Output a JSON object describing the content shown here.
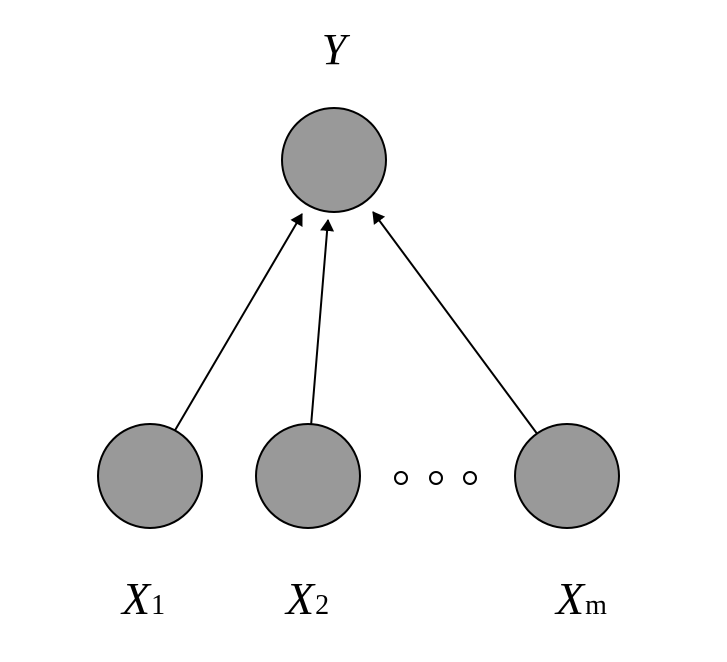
{
  "diagram": {
    "target": {
      "label": "Y"
    },
    "inputs": [
      {
        "label": "X",
        "subscript": "1"
      },
      {
        "label": "X",
        "subscript": "2"
      },
      {
        "label": "X",
        "subscript": "m"
      }
    ],
    "ellipsis_dots": 3,
    "edges": [
      {
        "from": "X1",
        "to": "Y"
      },
      {
        "from": "X2",
        "to": "Y"
      },
      {
        "from": "Xm",
        "to": "Y"
      }
    ],
    "colors": {
      "node_fill": "#999999",
      "stroke": "#000000",
      "background": "#ffffff"
    }
  }
}
